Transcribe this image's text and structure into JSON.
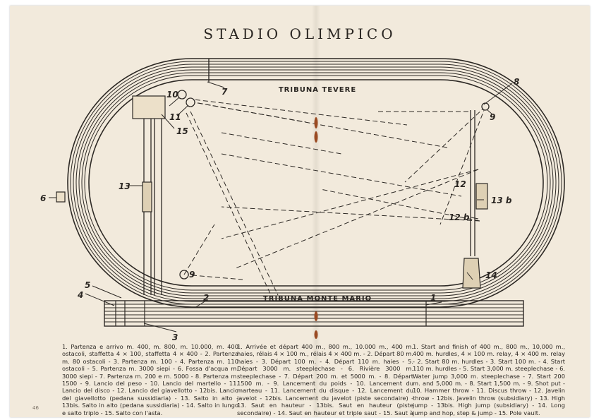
{
  "title": "STADIO OLIMPICO",
  "stands": {
    "north": "TRIBUNA TEVERE",
    "south": "TRIBUNA MONTE MARIO"
  },
  "markers": {
    "m1": "1",
    "m2": "2",
    "m3": "3",
    "m4": "4",
    "m5": "5",
    "m6": "6",
    "m7": "7",
    "m8": "8",
    "m9_left": "9",
    "m9_right": "9",
    "m10": "10",
    "m11": "11",
    "m12": "12",
    "m12b": "12 b",
    "m13": "13",
    "m13b": "13 b",
    "m14": "14",
    "m15": "15"
  },
  "legend": {
    "italian": "1. Partenza e arrivo m. 400, m. 800, m. 10.000, m. 400 ostacoli, staffetta 4 × 100, staffetta 4 × 400 - 2. Partenza m. 80 ostacoli - 3. Partenza m. 100 - 4. Partenza m. 110 ostacoli - 5. Partenza m. 3000 siepi - 6. Fossa d'acqua m. 3000 siepi - 7. Partenza m. 200 e m. 5000 - 8. Partenza m. 1500 - 9. Lancio del peso - 10. Lancio del martello - 11. Lancio del disco - 12. Lancio del giavellotto - 12bis. Lancio del giavellotto (pedana sussidiaria) - 13. Salto in alto - 13bis. Salto in alto (pedana sussidiaria) - 14. Salto in lungo e salto triplo - 15. Salto con l'asta.",
    "french": "1. Arrivée et départ 400 m., 800 m., 10.000 m., 400 m. haies, rélais 4 × 100 m., rélais 4 × 400 m. - 2. Départ 80 m. haies - 3. Départ 100 m. - 4. Départ 110 m. haies - 5. Départ 3000 m. steeplechase - 6. Rivière 3000 m. steeplechase - 7. Départ 200 m. et 5000 m. - 8. Départ 1500 m. - 9. Lancement du poids - 10. Lancement du marteau - 11. Lancement du disque - 12. Lancement du javelot - 12bis. Lancement du javelot (piste secondaire) - 13. Saut en hauteur - 13bis. Saut en hauteur (piste secondaire) - 14. Saut en hauteur et triple saut - 15. Saut à la perche.",
    "english": "1. Start and finish of 400 m., 800 m., 10,000 m., 400 m. hurdles, 4 × 100 m. relay, 4 × 400 m. relay - 2. Start 80 m. hurdles - 3. Start 100 m. - 4. Start 110 m. hurdles - 5. Start 3,000 m. steeplechase - 6. Water jump 3,000 m. steeplechase - 7. Start 200 m. and 5,000 m. - 8. Start 1,500 m. - 9. Shot put - 10. Hammer throw - 11. Discus throw - 12. Javelin throw - 12bis. Javelin throw (subsidiary) - 13. High jump - 13bis. High jump (subsidiary) - 14. Long jump and hop, step & jump - 15. Pole vault."
  },
  "page_number": "46"
}
